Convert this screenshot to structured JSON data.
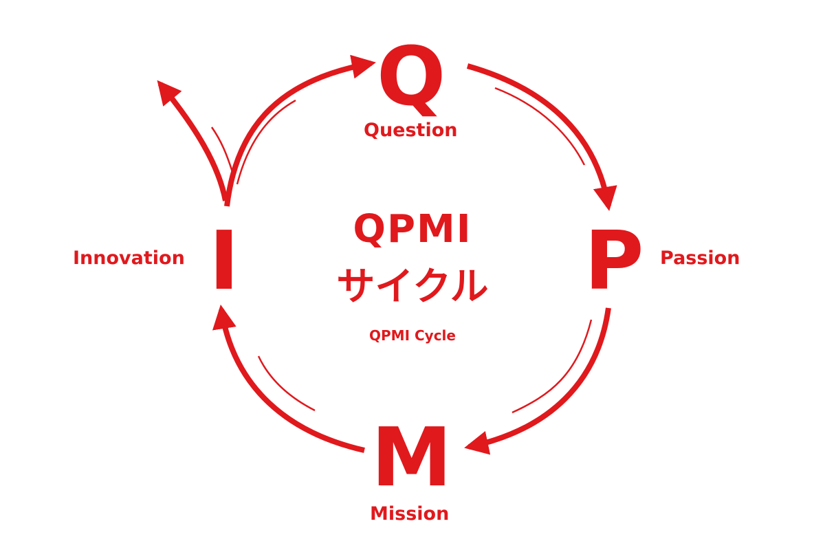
{
  "diagram": {
    "accent_color": "#e0191d",
    "center": {
      "title": "QPMI",
      "subtitle_ja": "サイクル",
      "subtitle_en": "QPMI Cycle"
    },
    "nodes": [
      {
        "id": "q",
        "letter": "Q",
        "label": "Question"
      },
      {
        "id": "p",
        "letter": "P",
        "label": "Passion"
      },
      {
        "id": "m",
        "letter": "M",
        "label": "Mission"
      },
      {
        "id": "i",
        "letter": "I",
        "label": "Innovation"
      }
    ],
    "flow": [
      "Q",
      "P",
      "M",
      "I",
      "Q"
    ]
  }
}
